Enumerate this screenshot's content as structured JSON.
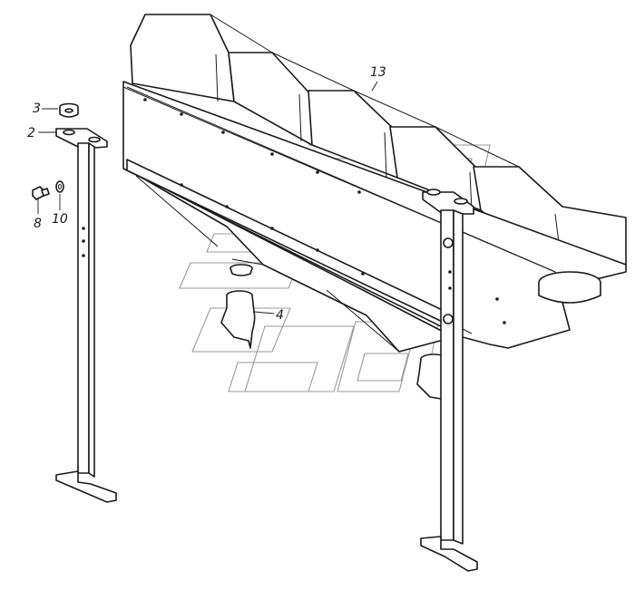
{
  "callouts": [
    {
      "id": "c13",
      "text": "13"
    },
    {
      "id": "c3",
      "text": "3"
    },
    {
      "id": "c2",
      "text": "2"
    },
    {
      "id": "c8",
      "text": "8"
    },
    {
      "id": "c10",
      "text": "10"
    },
    {
      "id": "c4",
      "text": "4"
    }
  ],
  "colors": {
    "line": "#1a1a1a",
    "watermark": "#9a9a9a",
    "background": "#ffffff"
  }
}
